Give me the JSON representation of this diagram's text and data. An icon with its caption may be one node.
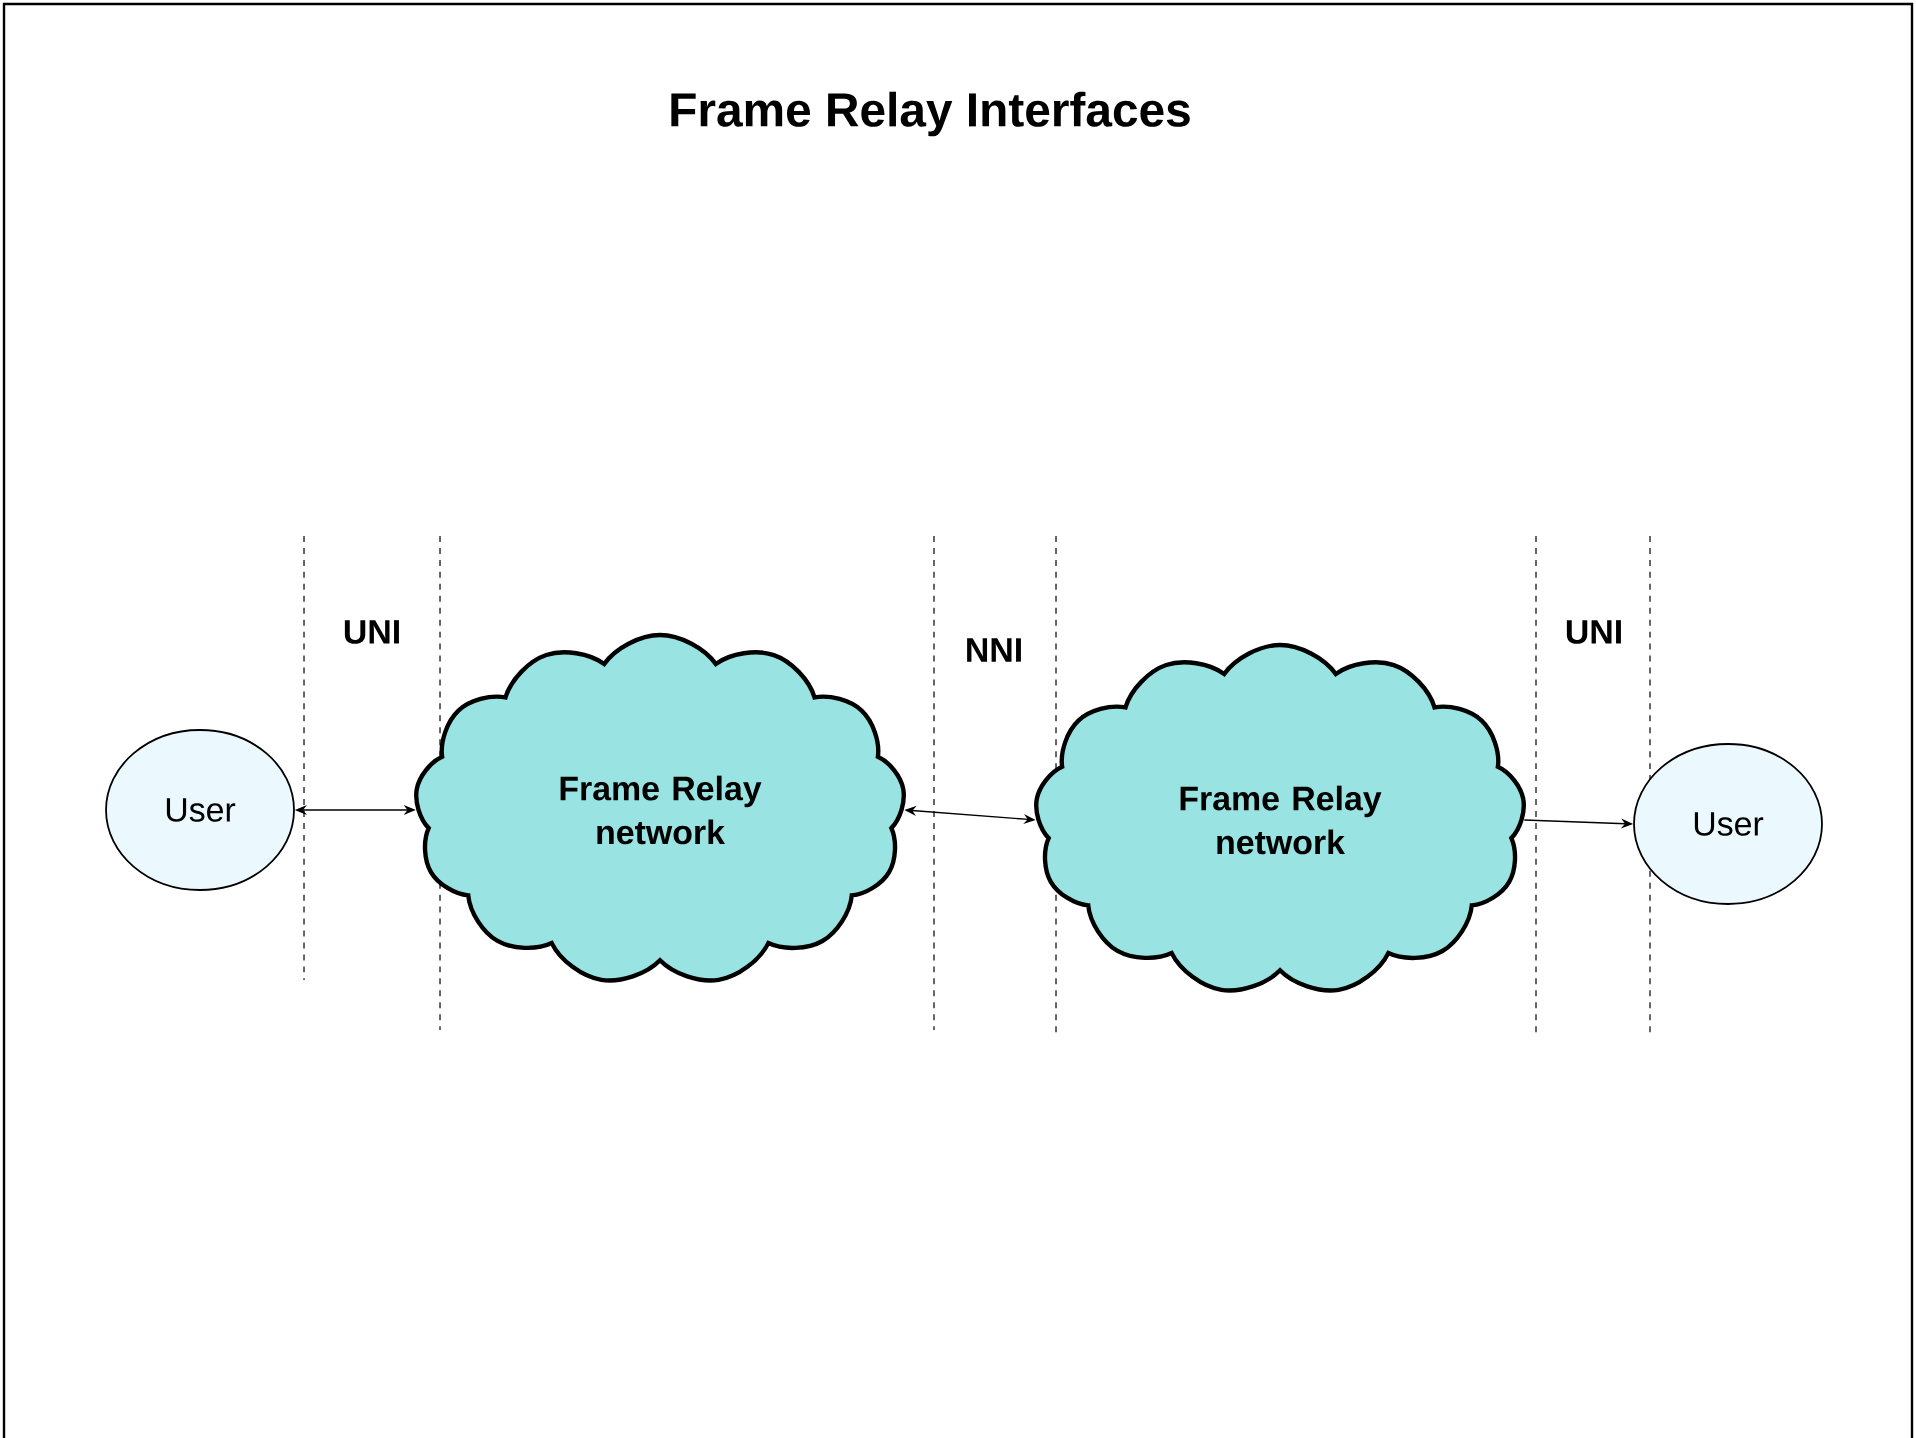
{
  "diagram": {
    "title": "Frame Relay Interfaces",
    "nodes": [
      {
        "text": [
          "User"
        ]
      },
      {
        "text": [
          "Frame Relay network"
        ]
      },
      {
        "text": [
          "Frame Relay network"
        ]
      },
      {
        "text": [
          "User"
        ]
      }
    ],
    "edges": [
      {
        "from": 0,
        "to": 1,
        "arrow": "both"
      },
      {
        "from": 1,
        "to": 2,
        "arrow": "both"
      },
      {
        "from": 2,
        "to": 3,
        "arrow": "to"
      }
    ],
    "labels": [
      "UNI",
      "NNI",
      "UNI"
    ]
  }
}
